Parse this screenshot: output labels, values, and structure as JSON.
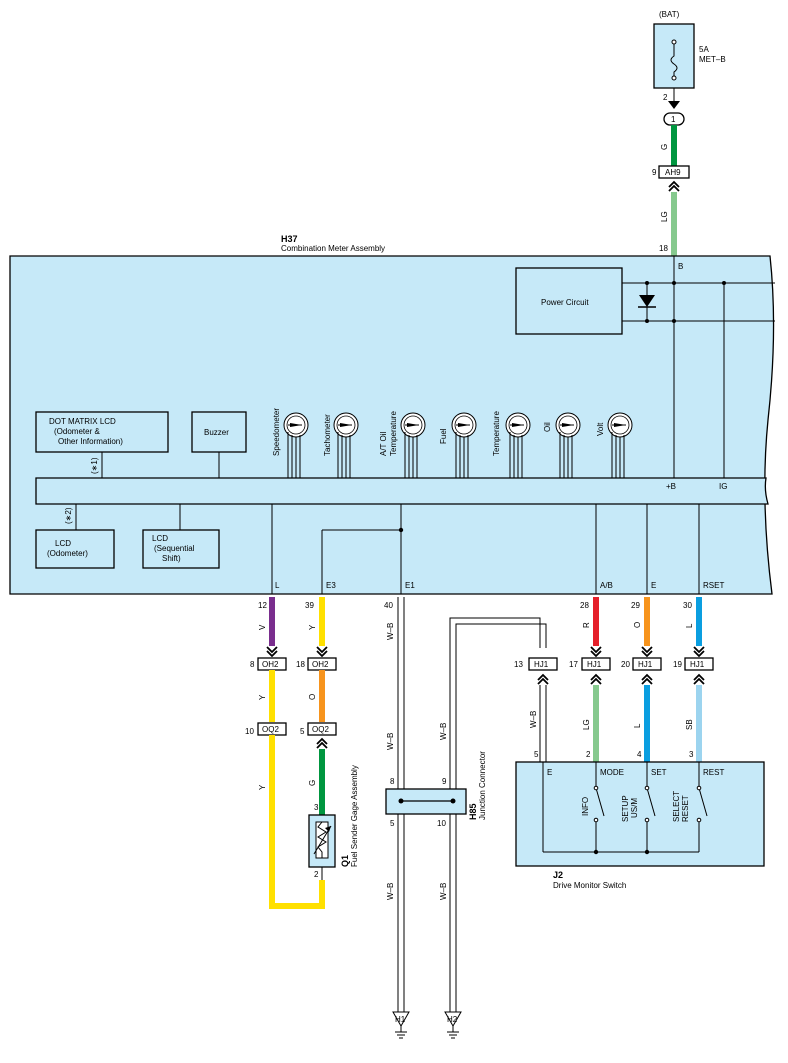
{
  "colors": {
    "panel": "#c6e9f8",
    "G": "#00963f",
    "LG": "#86c98e",
    "V": "#7a2e8e",
    "Y": "#ffe000",
    "O": "#f7941d",
    "R": "#e5202a",
    "L": "#0a9ee0",
    "SB": "#9cd4ef",
    "WB": "#ffffff"
  },
  "battery": {
    "source": "(BAT)",
    "fuse_amp": "5A",
    "fuse_name": "MET–B",
    "pin": "2",
    "joint": "1"
  },
  "meter": {
    "code": "H37",
    "name": "Combination Meter Assembly"
  },
  "power_circuit": "Power Circuit",
  "dot_matrix": {
    "line1": "DOT MATRIX LCD",
    "line2": "(Odometer &",
    "line3": "Other Information)",
    "note": "(∗1)"
  },
  "buzzer": "Buzzer",
  "lcd_odo": {
    "line1": "LCD",
    "line2": "(Odometer)",
    "note": "(∗2)"
  },
  "lcd_seq": {
    "line1": "LCD",
    "line2": "(Sequential",
    "line3": "Shift)"
  },
  "gauges": {
    "speedo": "Speedometer",
    "tacho": "Tachometer",
    "at1": "A/T Oil",
    "at2": "Temperature",
    "fuel": "Fuel",
    "temp": "Temperature",
    "oil": "Oil",
    "volt": "Volt"
  },
  "terms": {
    "B": "B",
    "plusB": "+B",
    "IG": "IG",
    "L": "L",
    "E3": "E3",
    "E1": "E1",
    "AB": "A/B",
    "E": "E",
    "RSET": "RSET"
  },
  "wires": {
    "G": "G",
    "LG": "LG",
    "V": "V",
    "Y": "Y",
    "O": "O",
    "WB": "W–B",
    "R": "R",
    "L": "L",
    "SB": "SB"
  },
  "pins": {
    "p9": "9",
    "p18": "18",
    "p12": "12",
    "p39": "39",
    "p40": "40",
    "p28": "28",
    "p29": "29",
    "p30": "30",
    "p8": "8",
    "p18b": "18",
    "p10": "10",
    "p5": "5",
    "p3": "3",
    "p2": "2",
    "p13": "13",
    "p17": "17",
    "p20": "20",
    "p19": "19",
    "j8": "8",
    "j9": "9",
    "j5": "5",
    "j10": "10",
    "s5": "5",
    "s2": "2",
    "s4": "4",
    "s3": "3"
  },
  "conn": {
    "AH9": "AH9",
    "OH2": "OH2",
    "OQ2": "OQ2",
    "HJ1": "HJ1"
  },
  "sender": {
    "code": "Q1",
    "name": "Fuel Sender Gage Assembly"
  },
  "junction": {
    "code": "H85",
    "name": "Junction Connector"
  },
  "switch": {
    "code": "J2",
    "name": "Drive Monitor Switch",
    "E": "E",
    "MODE": "MODE",
    "SET": "SET",
    "REST": "REST",
    "info": "INFO",
    "setup1": "SETUP",
    "setup2": "US/M",
    "sel1": "SELECT",
    "sel2": "RESET"
  },
  "grounds": {
    "h1": "H1",
    "h2": "H2"
  }
}
